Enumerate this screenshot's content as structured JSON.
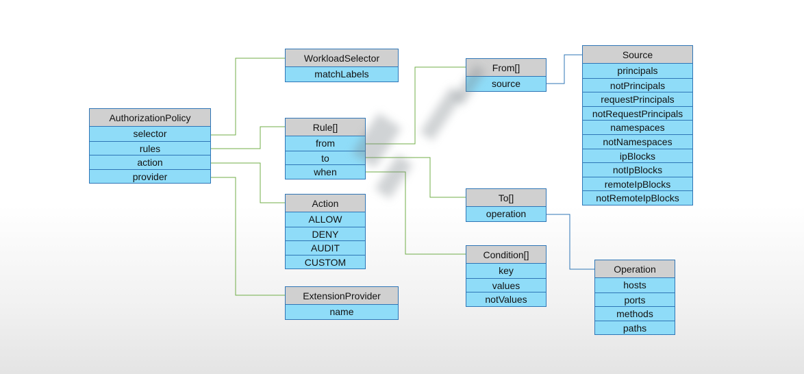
{
  "boxes": {
    "authorization_policy": {
      "title": "AuthorizationPolicy",
      "fields": [
        "selector",
        "rules",
        "action",
        "provider"
      ]
    },
    "workload_selector": {
      "title": "WorkloadSelector",
      "fields": [
        "matchLabels"
      ]
    },
    "rule": {
      "title": "Rule[]",
      "fields": [
        "from",
        "to",
        "when"
      ]
    },
    "action": {
      "title": "Action",
      "fields": [
        "ALLOW",
        "DENY",
        "AUDIT",
        "CUSTOM"
      ]
    },
    "extension_provider": {
      "title": "ExtensionProvider",
      "fields": [
        "name"
      ]
    },
    "from": {
      "title": "From[]",
      "fields": [
        "source"
      ]
    },
    "to": {
      "title": "To[]",
      "fields": [
        "operation"
      ]
    },
    "condition": {
      "title": "Condition[]",
      "fields": [
        "key",
        "values",
        "notValues"
      ]
    },
    "source": {
      "title": "Source",
      "fields": [
        "principals",
        "notPrincipals",
        "requestPrincipals",
        "notRequestPrincipals",
        "namespaces",
        "notNamespaces",
        "ipBlocks",
        "notIpBlocks",
        "remoteIpBlocks",
        "notRemoteIpBlocks"
      ]
    },
    "operation": {
      "title": "Operation",
      "fields": [
        "hosts",
        "ports",
        "methods",
        "paths"
      ]
    }
  },
  "colors": {
    "header_fill": "#d0d0d0",
    "field_fill": "#8fdcf8",
    "box_border": "#2e75b6",
    "connector_green": "#70ad47",
    "connector_blue": "#2e75b6"
  }
}
